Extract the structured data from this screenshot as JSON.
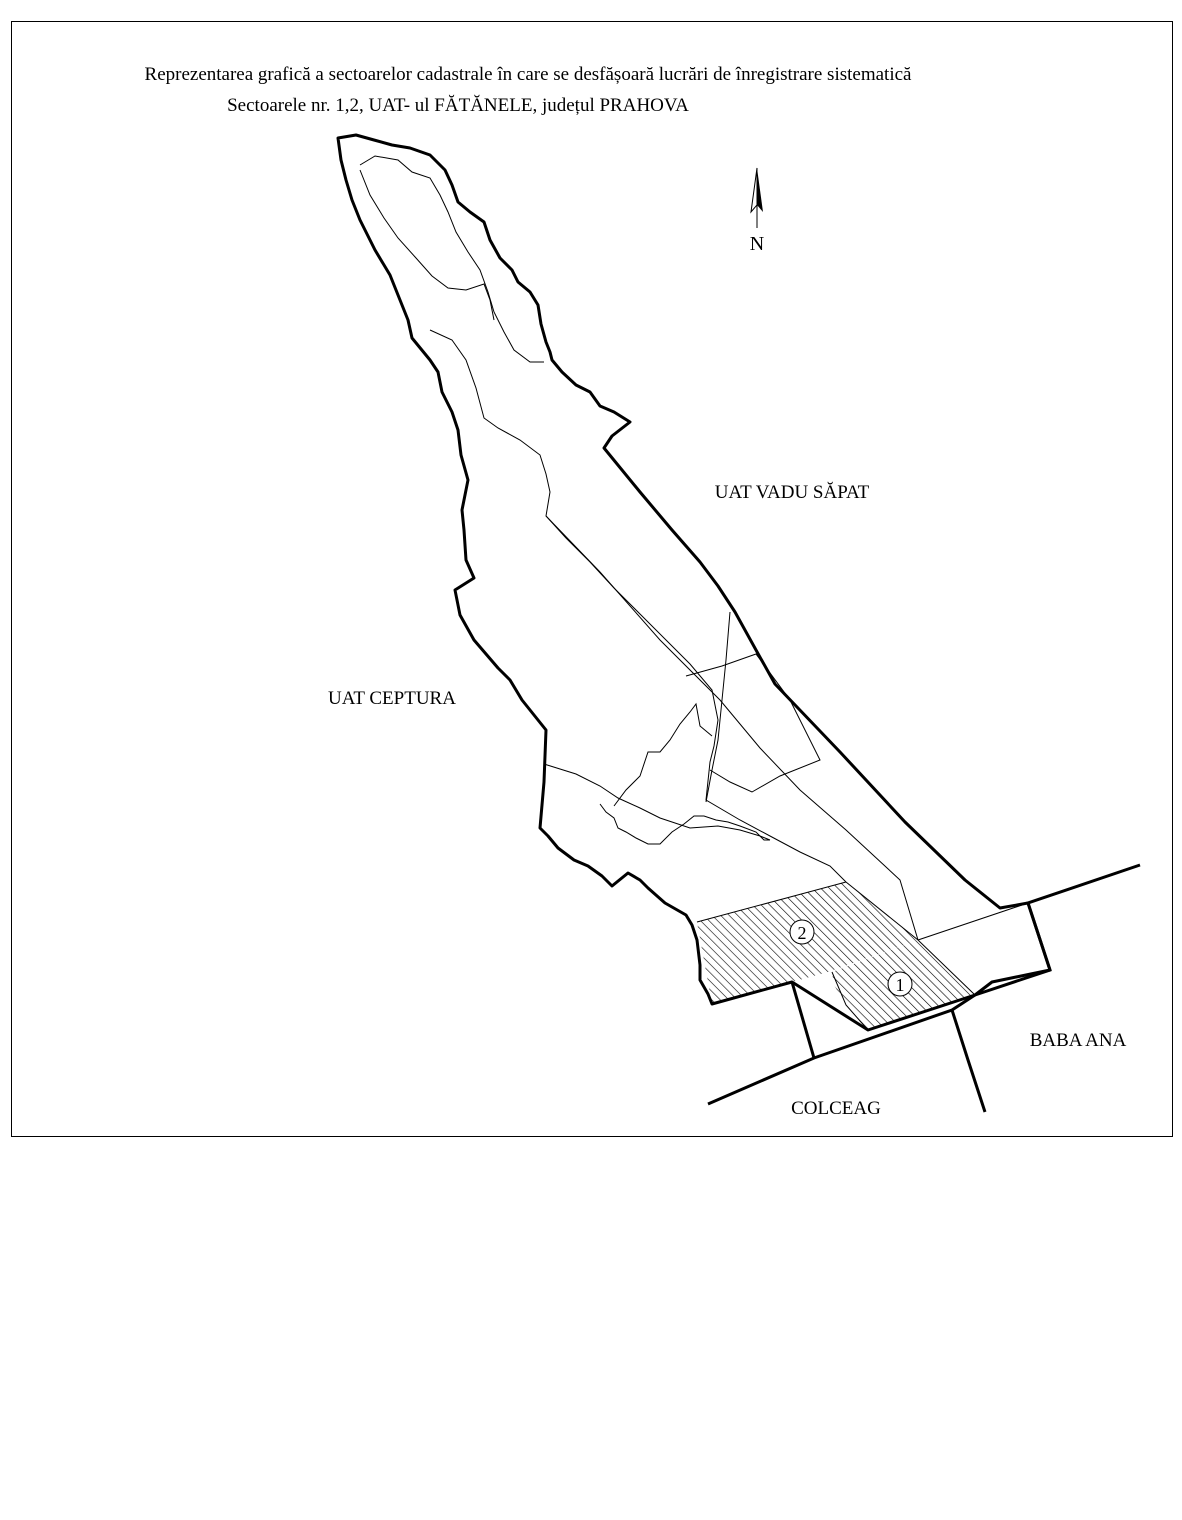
{
  "title": {
    "line1": "Reprezentarea grafică a sectoarelor cadastrale în care  se desfășoară lucrări de înregistrare sistematică",
    "line2": "Sectoarele nr. 1,2, UAT- ul FĂTĂNELE, județul PRAHOVA"
  },
  "north_arrow": {
    "label": "N",
    "icon": "north-arrow-icon"
  },
  "neighbours": {
    "vadu_sapat": "UAT VADU SĂPAT",
    "ceptura": "UAT CEPTURA",
    "baba_ana": "BABA ANA",
    "colceag": "COLCEAG"
  },
  "sectors": [
    {
      "number": "1",
      "pattern": "hatched"
    },
    {
      "number": "2",
      "pattern": "hatched"
    }
  ],
  "colors": {
    "line": "#000000",
    "background": "#ffffff"
  }
}
